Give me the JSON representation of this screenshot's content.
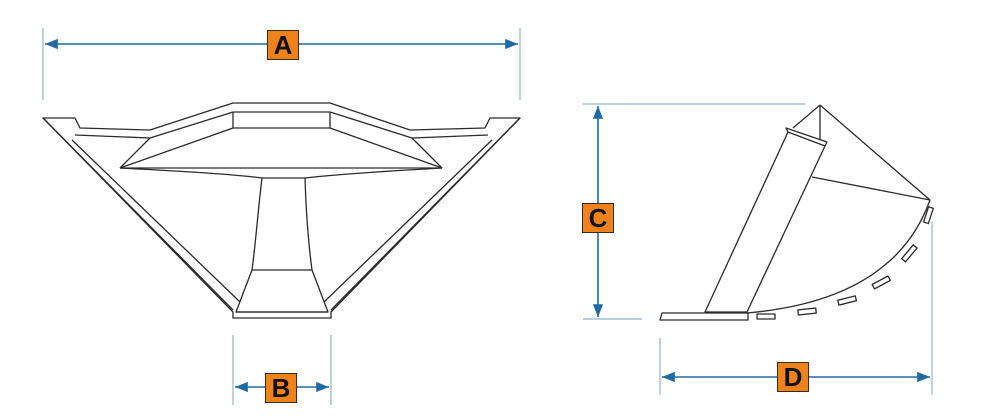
{
  "colors": {
    "dimension_line": "#1f6aa5",
    "extension_line": "#8fb3cc",
    "label_bg": "#f0821c",
    "outline": "#2a2a2a"
  },
  "labels": {
    "a": "A",
    "b": "B",
    "c": "C",
    "d": "D"
  }
}
